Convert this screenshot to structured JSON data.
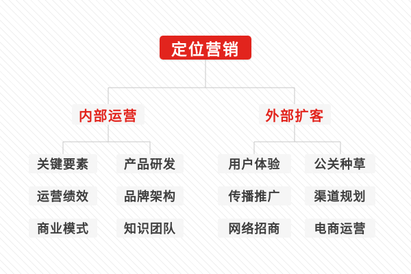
{
  "diagram": {
    "root": {
      "label": "定位营销"
    },
    "branches": [
      {
        "label": "内部运营",
        "children": [
          "关键要素",
          "产品研发",
          "运营绩效",
          "品牌架构",
          "商业模式",
          "知识团队"
        ]
      },
      {
        "label": "外部扩客",
        "children": [
          "用户体验",
          "公关种草",
          "传播推广",
          "渠道规划",
          "网络招商",
          "电商运营"
        ]
      }
    ]
  },
  "colors": {
    "accent_red": "#e2241d",
    "root_text": "#ffffff",
    "node_bg": "#f6f6f6",
    "leaf_text": "#3d3d3d",
    "connector": "#c7c7c7",
    "background": "#ffffff",
    "background_stripe": "#efefef"
  }
}
